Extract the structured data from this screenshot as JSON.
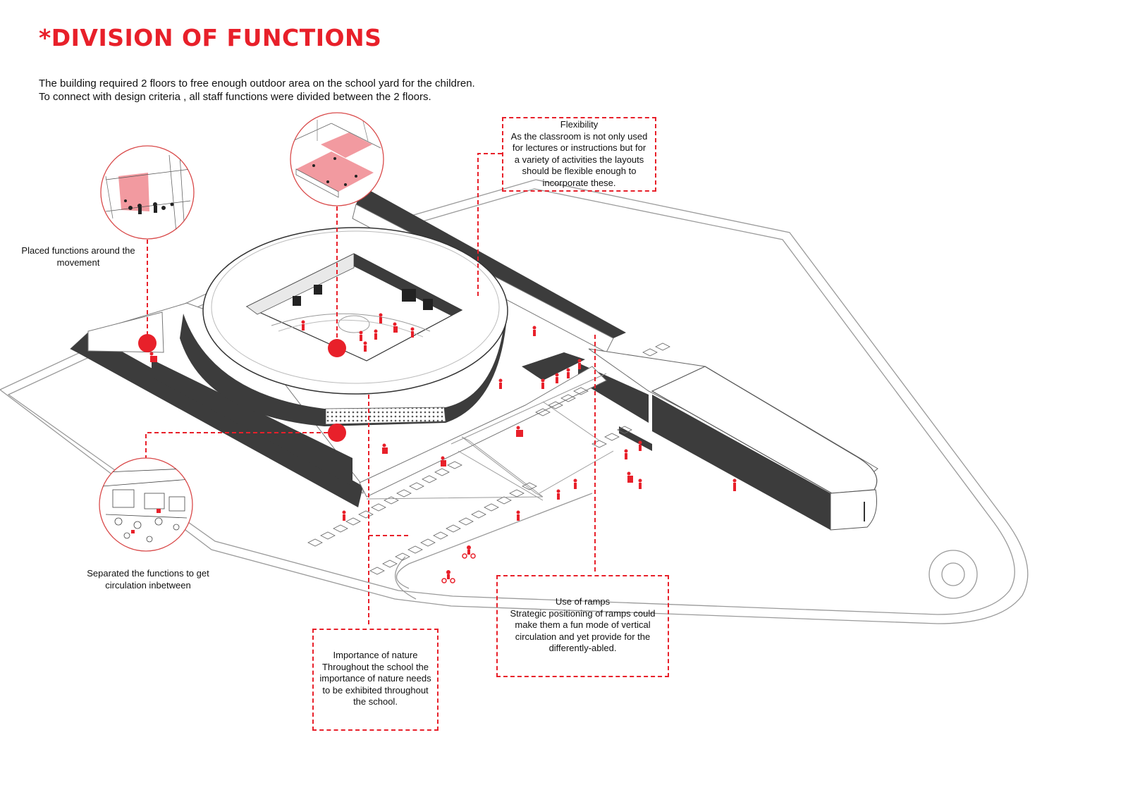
{
  "title": "*DIVISION OF FUNCTIONS",
  "intro": {
    "line1": "The building required 2 floors to free enough outdoor area on the school yard for the children.",
    "line2": "To connect with design criteria , all staff functions were divided between the 2 floors."
  },
  "notes": {
    "flexibility": {
      "heading": "Flexibility",
      "lines": [
        "As the classroom is not only used",
        "for lectures or instructions but for",
        "a variety of activities the layouts",
        "should be flexible enough to",
        "incorporate these."
      ]
    },
    "ramps": {
      "heading": "Use of ramps",
      "lines": [
        "Strategic positioning of ramps could",
        "make them a fun mode of vertical",
        "circulation and yet provide for the",
        "differently-abled."
      ]
    },
    "nature": {
      "heading": "Importance of nature",
      "lines": [
        "Throughout the school the",
        "importance of nature needs",
        "to be exhibited throughout",
        "the school."
      ]
    }
  },
  "captions": {
    "placed": [
      "Placed functions around the",
      "movement"
    ],
    "separated": [
      "Separated the functions to get",
      "circulation inbetween"
    ]
  },
  "colors": {
    "accent": "#e8202a",
    "wall_dark": "#3c3c3c",
    "line": "#8a8a8a"
  }
}
